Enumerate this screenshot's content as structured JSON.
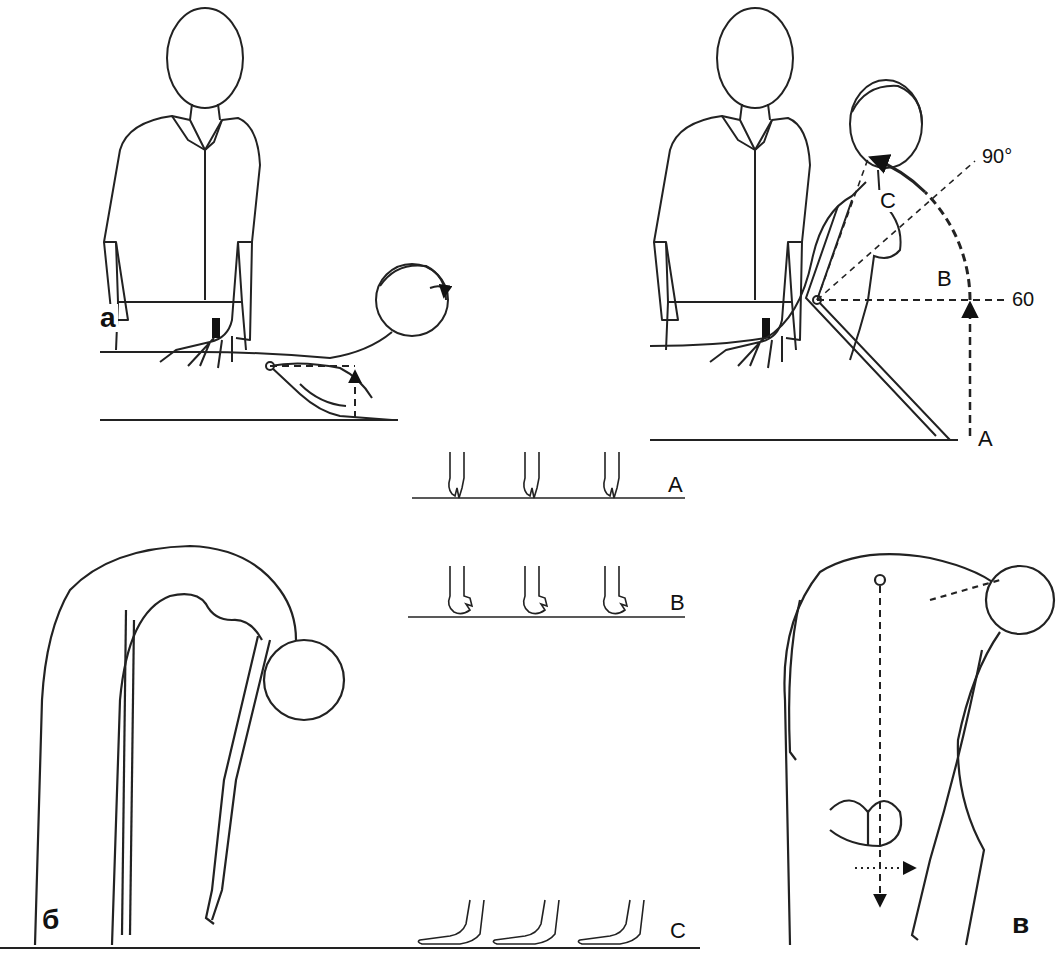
{
  "diagram": {
    "labels": [
      "a",
      "C",
      "90°",
      "B",
      "60",
      "A",
      "б",
      "A",
      "B",
      "C",
      "в"
    ]
  }
}
